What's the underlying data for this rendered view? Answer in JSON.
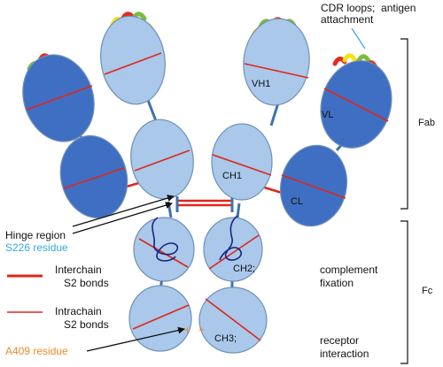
{
  "domains": {
    "vh1": "VH1",
    "vl": "VL",
    "ch1": "CH1",
    "cl": "CL",
    "ch2": "CH2;",
    "ch3": "CH3;"
  },
  "annotations": {
    "cdr_line1": "CDR loops;  antigen",
    "cdr_line2": "attachment",
    "fab": "Fab",
    "fc": "Fc",
    "complement_line1": "complement",
    "complement_line2": "fixation",
    "receptor_line1": "receptor",
    "receptor_line2": "interaction",
    "hinge_line1": "Hinge region",
    "hinge_line2": "S226 residue",
    "a409": "A409 residue"
  },
  "legend": {
    "interchain_line1": "Interchain",
    "interchain_line2": "S2 bonds",
    "intrachain_line1": "Intrachain",
    "intrachain_line2": "S2 bonds"
  },
  "colors": {
    "heavy_chain": "#a9c8ea",
    "light_chain": "#3f6fc2",
    "outline": "#6f8fb8",
    "bond_red": "#e0261a",
    "s226_blue": "#35a8df",
    "a409_orange": "#f08a2a",
    "cdr_red": "#e8281c",
    "cdr_yellow": "#f5e214",
    "cdr_green": "#7dbb3a"
  }
}
